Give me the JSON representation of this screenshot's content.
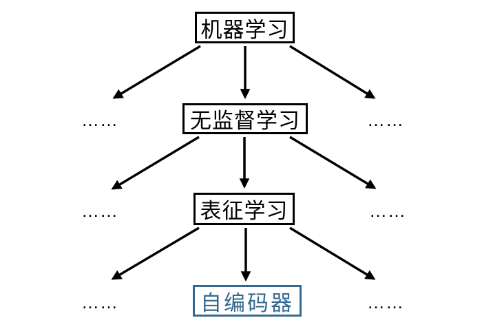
{
  "diagram": {
    "type": "hierarchy-tree",
    "nodes": {
      "root": {
        "label": "机器学习"
      },
      "level2": {
        "label": "无监督学习"
      },
      "level3": {
        "label": "表征学习"
      },
      "level4": {
        "label": "自编码器",
        "highlighted": true
      }
    },
    "ellipses": {
      "level2_left": "……",
      "level2_right": "……",
      "level3_left": "……",
      "level3_right": "……",
      "level4_left": "……",
      "level4_right": "……"
    },
    "colors": {
      "line": "#000000",
      "box_border": "#000000",
      "highlight": "#356a90",
      "background": "#ffffff"
    }
  }
}
